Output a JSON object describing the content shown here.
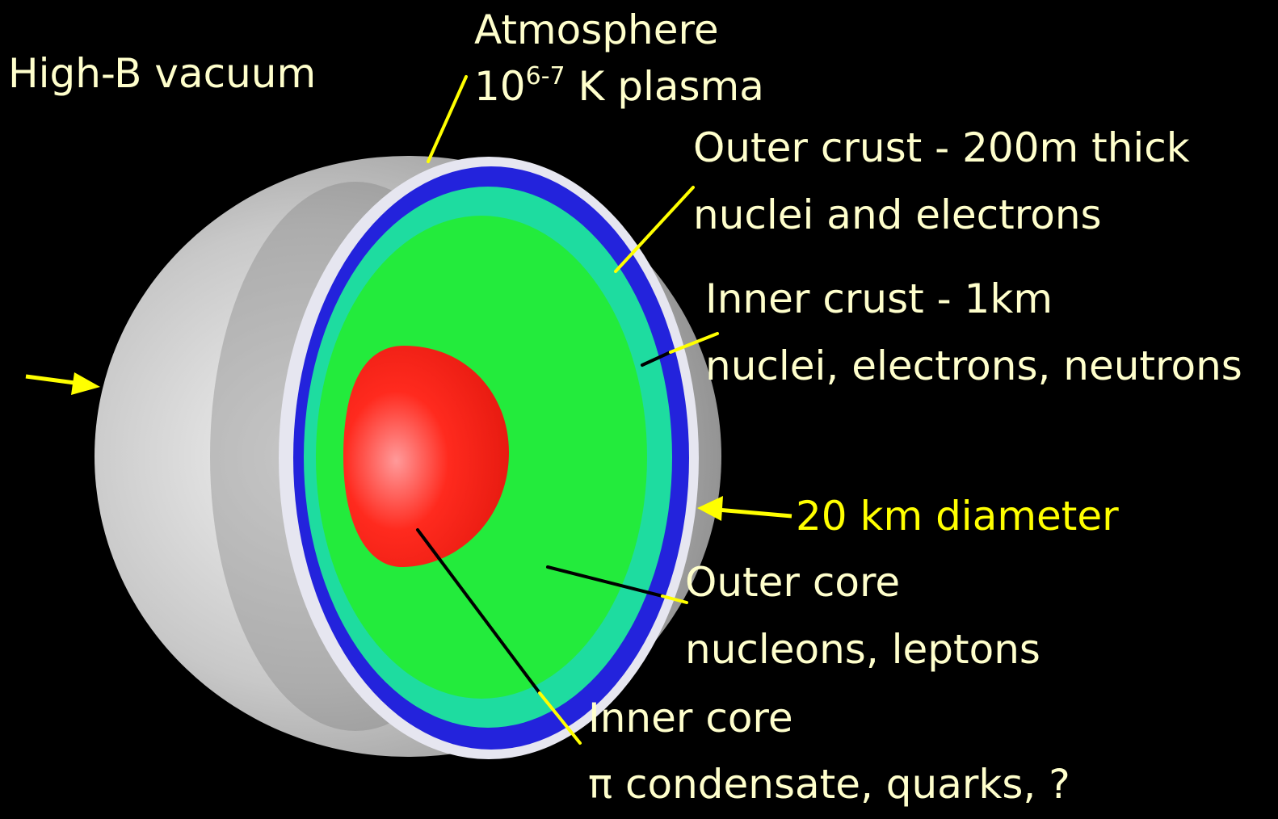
{
  "labels": {
    "vacuum": "High-B vacuum",
    "atmosphere_title": "Atmosphere",
    "atmosphere_base": "10",
    "atmosphere_exp": "6-7",
    "atmosphere_unit": " K plasma",
    "outer_crust_title": "Outer crust - 200m thick",
    "outer_crust_desc": "nuclei and electrons",
    "inner_crust_title": "Inner crust - 1km",
    "inner_crust_desc": "nuclei, electrons, neutrons",
    "diameter": "20 km diameter",
    "outer_core_title": "Outer core",
    "outer_core_desc": "nucleons, leptons",
    "inner_core_title": "Inner core",
    "inner_core_desc": "π condensate, quarks, ?"
  },
  "colors": {
    "background": "#000000",
    "label_text": "#ffffcc",
    "highlight_text": "#ffff00",
    "pointer": "#ffff00",
    "atmosphere": "#e6e6f0",
    "outer_crust": "#2323dc",
    "inner_crust": "#1edca0",
    "outer_core": "#23eb3c",
    "inner_core": "#ff1e14",
    "surface": "#c8c8c8"
  }
}
